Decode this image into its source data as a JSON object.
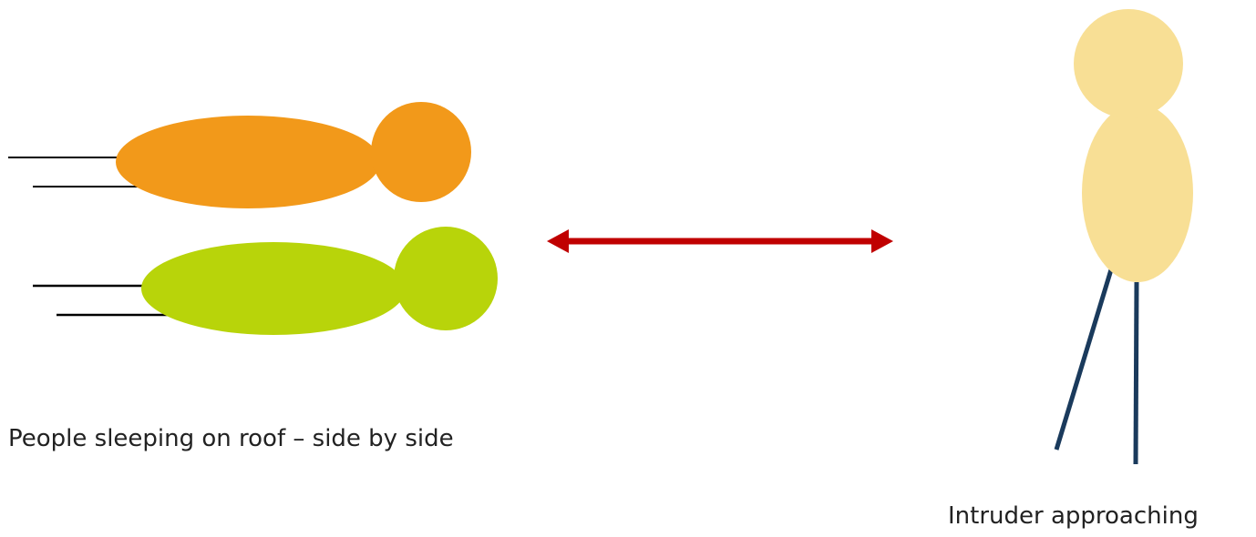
{
  "captions": {
    "sleepers": "People sleeping on roof – side by side",
    "intruder": "Intruder approaching"
  },
  "figures": {
    "sleeper_top": {
      "color": "#F2991A",
      "leg_color": "#000000"
    },
    "sleeper_bottom": {
      "color": "#B8D40A",
      "leg_color": "#000000"
    },
    "intruder": {
      "color": "#F8DF95",
      "leg_color": "#1A3A5C"
    }
  },
  "arrow": {
    "color": "#C00000",
    "style": "double-headed"
  }
}
